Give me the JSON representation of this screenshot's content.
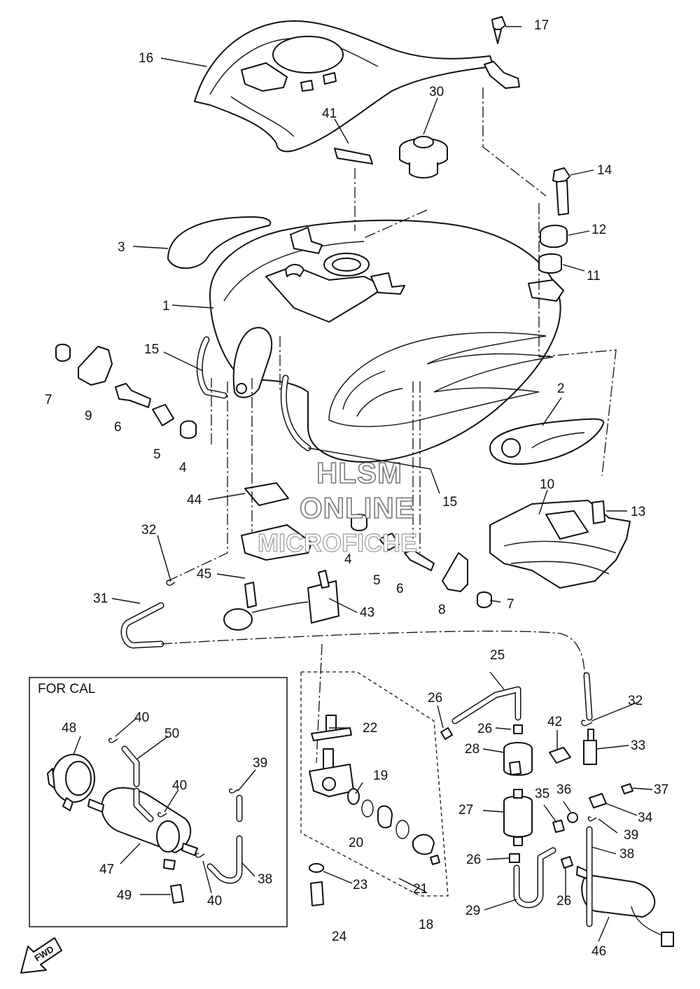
{
  "watermark": {
    "line1": "HLSM",
    "line2": "ONLINE",
    "line3": "MICROFICHE"
  },
  "inset": {
    "title": "FOR CAL"
  },
  "fwd_arrow": {
    "label": "FWD"
  },
  "labels": [
    "1",
    "2",
    "3",
    "4",
    "5",
    "6",
    "7",
    "8",
    "9",
    "10",
    "11",
    "12",
    "13",
    "14",
    "15",
    "16",
    "17",
    "18",
    "19",
    "20",
    "21",
    "22",
    "23",
    "24",
    "25",
    "26",
    "27",
    "28",
    "29",
    "30",
    "31",
    "32",
    "33",
    "34",
    "35",
    "36",
    "37",
    "38",
    "39",
    "40",
    "41",
    "42",
    "43",
    "44",
    "45",
    "46",
    "47",
    "48",
    "49",
    "50"
  ]
}
